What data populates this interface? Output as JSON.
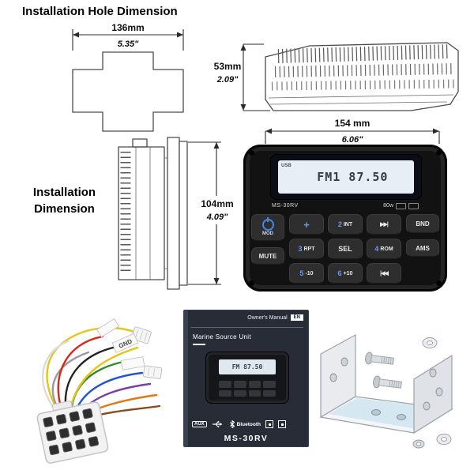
{
  "titles": {
    "hole_dim": "Installation Hole Dimension",
    "install_1": "Installation",
    "install_2": "Dimension"
  },
  "dims": {
    "hole_w_mm": "136mm",
    "hole_w_in": "5.35\"",
    "h_mm": "53mm",
    "h_in": "2.09\"",
    "w_mm": "154 mm",
    "w_in": "6.06\"",
    "d_mm": "104mm",
    "d_in": "4.09\""
  },
  "radio": {
    "lcd_source": "USB",
    "lcd_main": "FM1 87.50",
    "model": "MS-30RV",
    "power": "80w",
    "buttons": {
      "mod": "MOD",
      "mute": "MUTE",
      "bnd": "BND",
      "ams": "AMS",
      "sel": "SEL",
      "vol_up": "+",
      "seek_fwd": "▶▶|",
      "seek_back": "|◀◀",
      "p2n": "2",
      "p2f": "INT",
      "p3n": "3",
      "p3f": "RPT",
      "p4n": "4",
      "p4f": "ROM",
      "p5n": "5",
      "p5f": "-10",
      "p6n": "6",
      "p6f": "+10"
    }
  },
  "manual": {
    "header": "Owner's Manual",
    "lang": "EN",
    "subtitle": "Marine Source Unit",
    "lcd": "FM 87.50",
    "logo_aux": "AUX",
    "logo_bt": "Bluetooth",
    "model": "MS-30RV"
  },
  "harness": {
    "tag_gnd": "GND"
  }
}
